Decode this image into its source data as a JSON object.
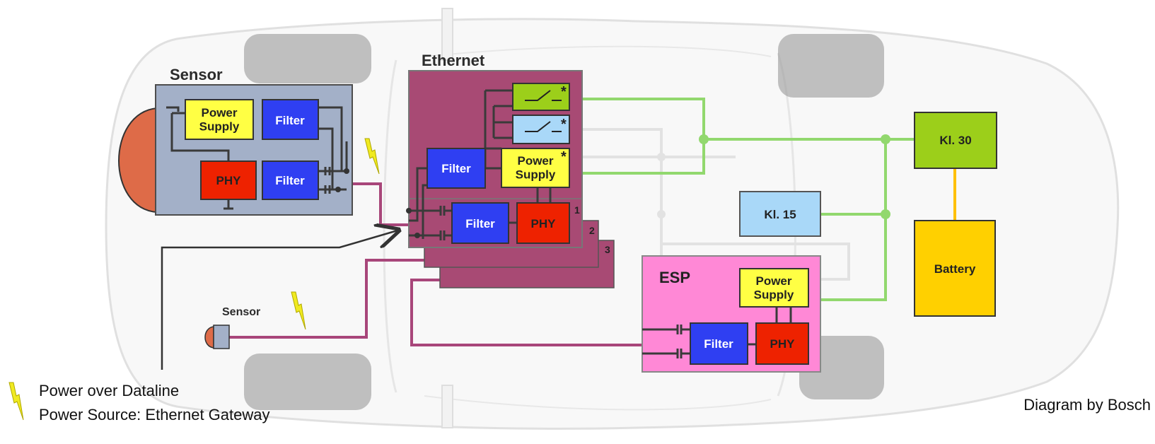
{
  "colors": {
    "ethernet": "#a84a74",
    "sensor_box": "#a3b0c8",
    "esp_box": "#ff88d6",
    "power_supply": "#ffff44",
    "filter": "#2f3ff2",
    "phy": "#ee2200",
    "switch_green": "#9ccf1a",
    "switch_blue": "#a9d8f8",
    "kl30": "#9ccf1a",
    "kl15": "#a9d8f8",
    "battery": "#ffd000",
    "wire_green": "#92d86e",
    "wire_gray": "#e0e0e0",
    "wire_purple": "#a8467a",
    "lightning": "#f0ea20"
  },
  "sensor_main": {
    "title": "Sensor",
    "power_supply": "Power Supply",
    "filter_top": "Filter",
    "phy": "PHY",
    "filter_bottom": "Filter"
  },
  "ethernet": {
    "title": "Ethernet",
    "switch_star_1": "*",
    "switch_star_2": "*",
    "power_star": "*",
    "filter": "Filter",
    "power_supply": "Power Supply",
    "filter_port": "Filter",
    "phy_port": "PHY",
    "port_1": "1",
    "port_2": "2",
    "port_3": "3"
  },
  "kl30": "Kl. 30",
  "kl15": "Kl. 15",
  "battery": "Battery",
  "esp": {
    "title": "ESP",
    "power_supply": "Power Supply",
    "filter": "Filter",
    "phy": "PHY"
  },
  "sensor_small": {
    "title": "Sensor"
  },
  "legend": {
    "line1": "Power over Dataline",
    "line2": "Power Source: Ethernet Gateway"
  },
  "credit": "Diagram by Bosch"
}
